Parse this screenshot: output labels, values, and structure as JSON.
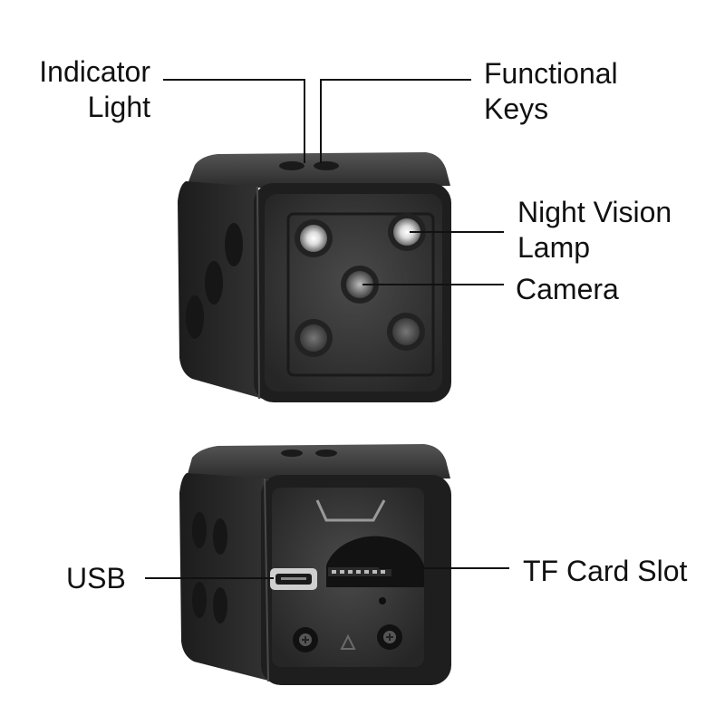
{
  "labels": {
    "indicator_light": {
      "line1": "Indicator",
      "line2": "Light"
    },
    "functional_keys": {
      "line1": "Functional",
      "line2": "Keys"
    },
    "night_vision_lamp": {
      "line1": "Night Vision",
      "line2": "Lamp"
    },
    "camera": "Camera",
    "usb": "USB",
    "tf_card_slot": "TF Card Slot"
  },
  "colors": {
    "body": "#2b2b2b",
    "body_dark": "#151515",
    "face": "#3a3a3a",
    "leader_line": "#111111",
    "lens_light": "#e8e8e8"
  }
}
